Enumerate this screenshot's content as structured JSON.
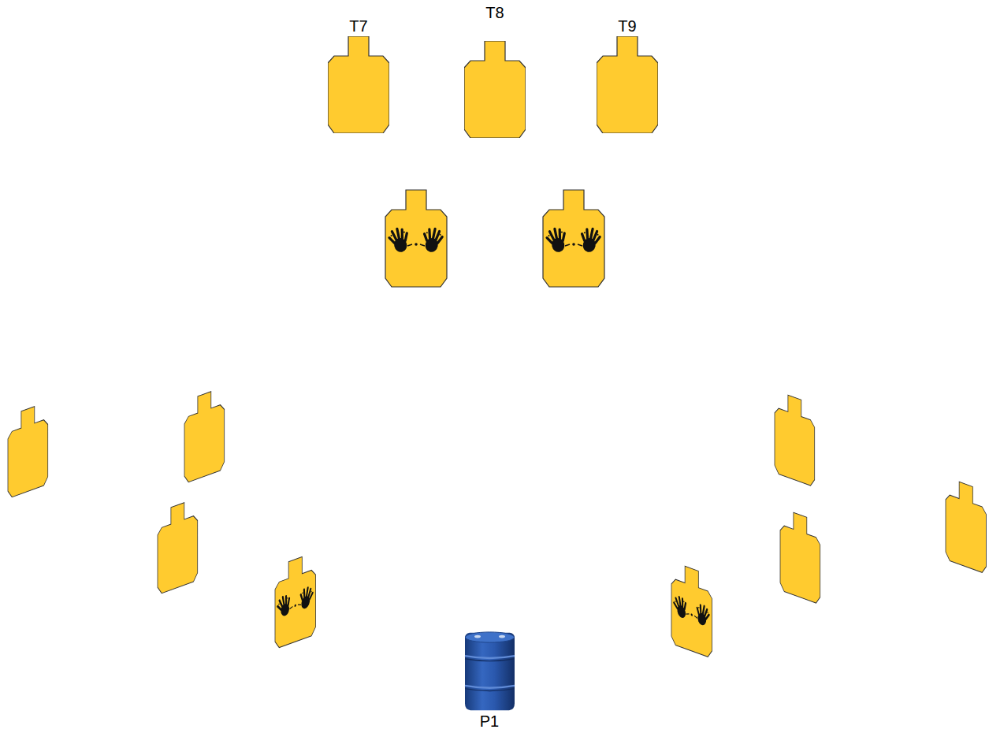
{
  "diagram": {
    "nodes": [
      {
        "text": [
          "T7"
        ]
      },
      {
        "text": [
          "T8"
        ]
      },
      {
        "text": [
          "T9"
        ]
      },
      {
        "text": [
          "P1"
        ]
      }
    ]
  }
}
